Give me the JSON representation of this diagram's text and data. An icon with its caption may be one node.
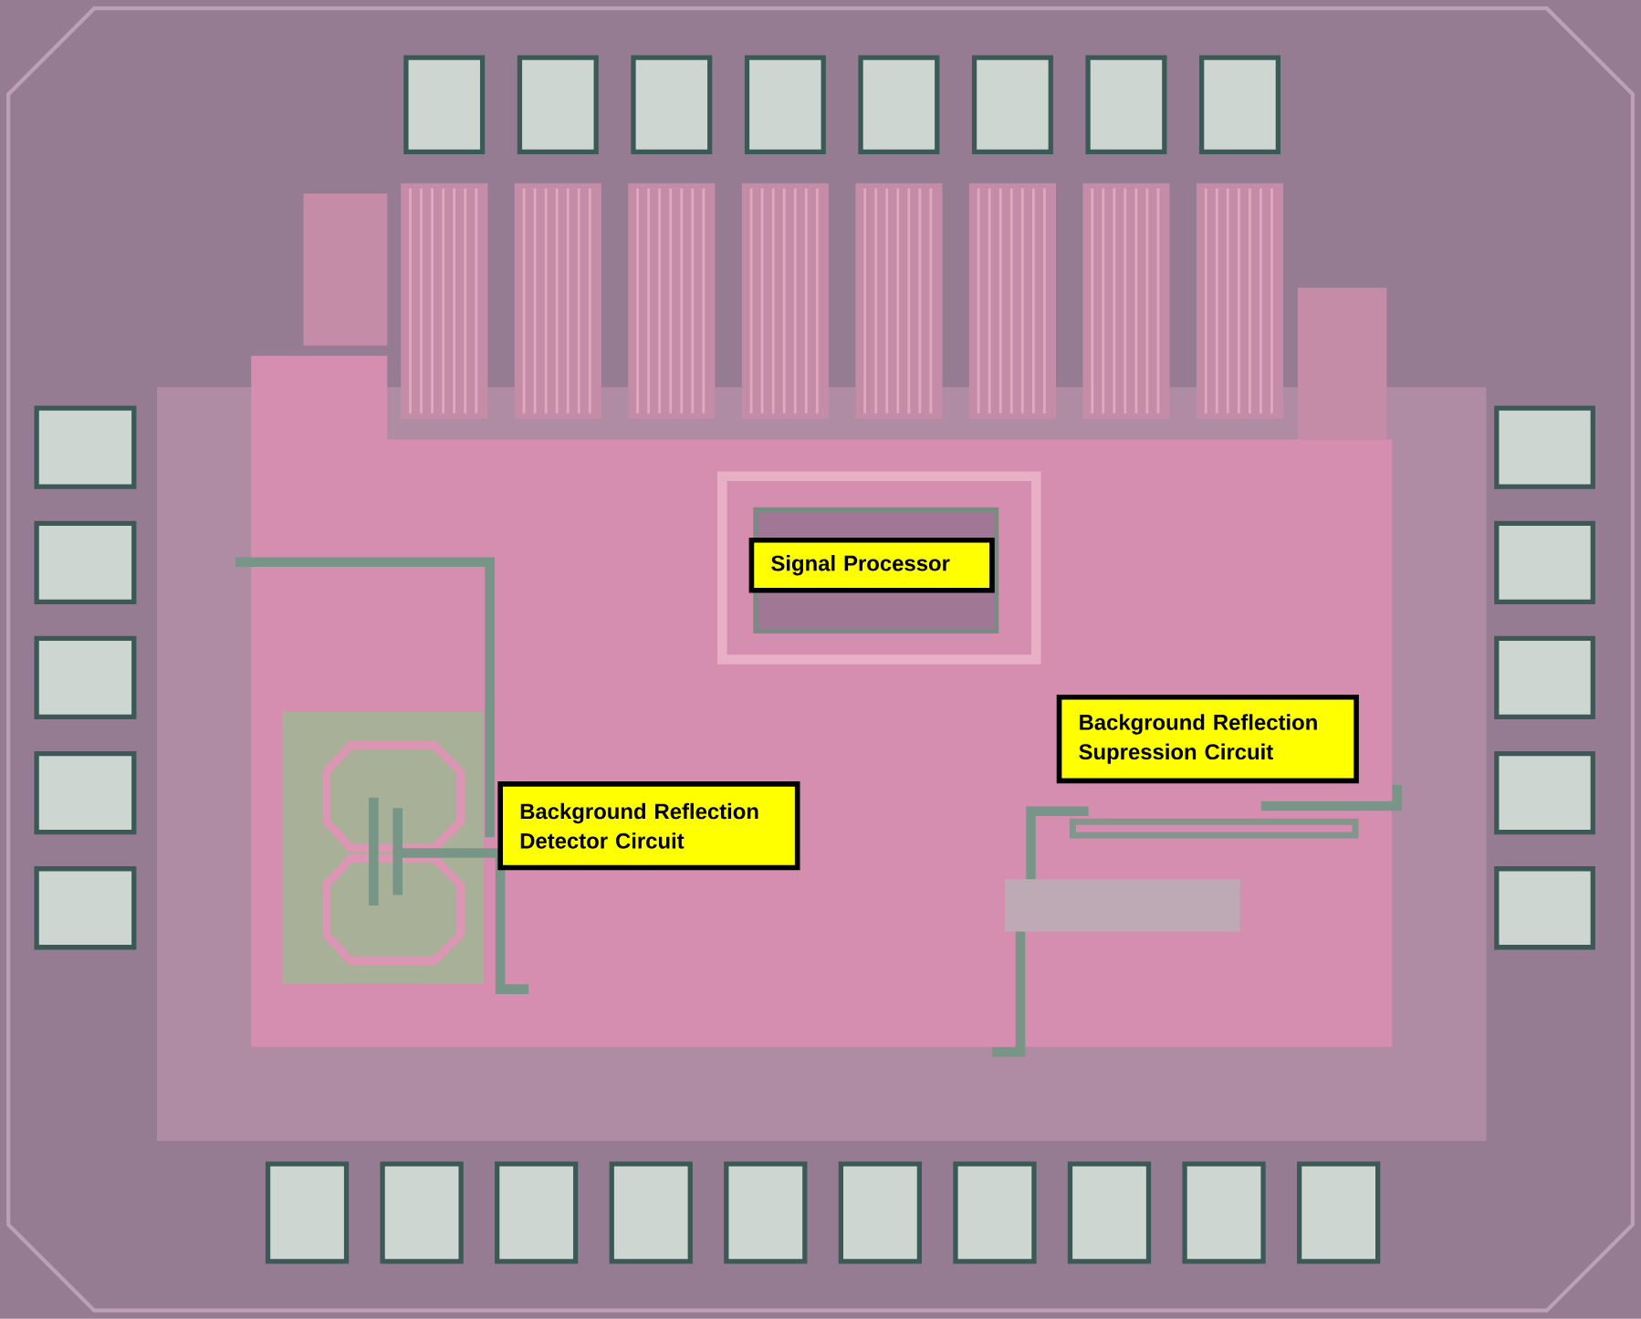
{
  "diagram": {
    "nodes": [
      {
        "text": [
          "Signal Processor"
        ]
      },
      {
        "text": [
          "Background Reflection Supression Circuit"
        ]
      },
      {
        "text": [
          "Background Reflection Detector Circuit"
        ]
      }
    ]
  }
}
